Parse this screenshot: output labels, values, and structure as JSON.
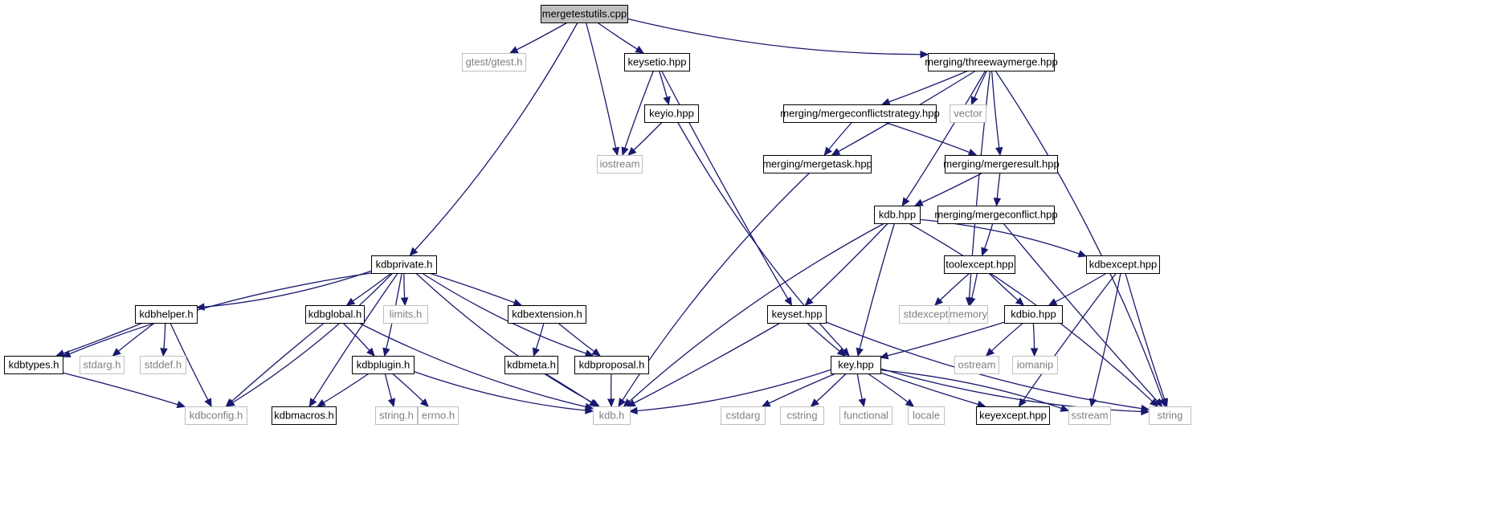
{
  "graph": {
    "root": "mergetestutils",
    "colors": {
      "edge": "#191970",
      "root_fill": "#bfbfbf",
      "doc_border": "#000000",
      "external_border": "#bfbfbf",
      "external_text": "#7f7f7f"
    },
    "nodes": [
      {
        "id": "mergetestutils",
        "label": "mergetestutils.cpp",
        "kind": "root"
      },
      {
        "id": "gtest",
        "label": "gtest/gtest.h",
        "kind": "external"
      },
      {
        "id": "keysetio",
        "label": "keysetio.hpp",
        "kind": "documented"
      },
      {
        "id": "iostream",
        "label": "iostream",
        "kind": "external"
      },
      {
        "id": "keyio",
        "label": "keyio.hpp",
        "kind": "documented"
      },
      {
        "id": "threewaymerge",
        "label": "merging/threewaymerge.hpp",
        "kind": "documented"
      },
      {
        "id": "mcs",
        "label": "merging/mergeconflictstrategy.hpp",
        "kind": "documented"
      },
      {
        "id": "vector",
        "label": "vector",
        "kind": "external"
      },
      {
        "id": "mergetask",
        "label": "merging/mergetask.hpp",
        "kind": "documented"
      },
      {
        "id": "mergeresult",
        "label": "merging/mergeresult.hpp",
        "kind": "documented"
      },
      {
        "id": "kdbhpp",
        "label": "kdb.hpp",
        "kind": "documented"
      },
      {
        "id": "mergeconflict",
        "label": "merging/mergeconflict.hpp",
        "kind": "documented"
      },
      {
        "id": "kdbprivate",
        "label": "kdbprivate.h",
        "kind": "documented"
      },
      {
        "id": "toolexcept",
        "label": "toolexcept.hpp",
        "kind": "documented"
      },
      {
        "id": "kdbexcept",
        "label": "kdbexcept.hpp",
        "kind": "documented"
      },
      {
        "id": "kdbhelper",
        "label": "kdbhelper.h",
        "kind": "documented"
      },
      {
        "id": "kdbglobal",
        "label": "kdbglobal.h",
        "kind": "documented"
      },
      {
        "id": "limits",
        "label": "limits.h",
        "kind": "external"
      },
      {
        "id": "kdbextension",
        "label": "kdbextension.h",
        "kind": "documented"
      },
      {
        "id": "keyset",
        "label": "keyset.hpp",
        "kind": "documented"
      },
      {
        "id": "stdexcept",
        "label": "stdexcept",
        "kind": "external"
      },
      {
        "id": "memory",
        "label": "memory",
        "kind": "external"
      },
      {
        "id": "kdbio",
        "label": "kdbio.hpp",
        "kind": "documented"
      },
      {
        "id": "kdbtypes",
        "label": "kdbtypes.h",
        "kind": "documented"
      },
      {
        "id": "stdarg",
        "label": "stdarg.h",
        "kind": "external"
      },
      {
        "id": "stddef",
        "label": "stddef.h",
        "kind": "external"
      },
      {
        "id": "kdbplugin",
        "label": "kdbplugin.h",
        "kind": "documented"
      },
      {
        "id": "kdbmeta",
        "label": "kdbmeta.h",
        "kind": "documented"
      },
      {
        "id": "kdbproposal",
        "label": "kdbproposal.h",
        "kind": "documented"
      },
      {
        "id": "key",
        "label": "key.hpp",
        "kind": "documented"
      },
      {
        "id": "ostream",
        "label": "ostream",
        "kind": "external"
      },
      {
        "id": "iomanip",
        "label": "iomanip",
        "kind": "external"
      },
      {
        "id": "kdbconfig",
        "label": "kdbconfig.h",
        "kind": "external"
      },
      {
        "id": "kdbmacros",
        "label": "kdbmacros.h",
        "kind": "documented"
      },
      {
        "id": "stringh",
        "label": "string.h",
        "kind": "external"
      },
      {
        "id": "errno",
        "label": "errno.h",
        "kind": "external"
      },
      {
        "id": "kdbh",
        "label": "kdb.h",
        "kind": "external"
      },
      {
        "id": "cstdarg",
        "label": "cstdarg",
        "kind": "external"
      },
      {
        "id": "cstring",
        "label": "cstring",
        "kind": "external"
      },
      {
        "id": "functional",
        "label": "functional",
        "kind": "external"
      },
      {
        "id": "locale",
        "label": "locale",
        "kind": "external"
      },
      {
        "id": "keyexcept",
        "label": "keyexcept.hpp",
        "kind": "documented"
      },
      {
        "id": "sstream",
        "label": "sstream",
        "kind": "external"
      },
      {
        "id": "string",
        "label": "string",
        "kind": "external"
      }
    ],
    "edges": [
      {
        "from": "mergetestutils",
        "to": "gtest"
      },
      {
        "from": "mergetestutils",
        "to": "keysetio"
      },
      {
        "from": "mergetestutils",
        "to": "iostream"
      },
      {
        "from": "mergetestutils",
        "to": "threewaymerge"
      },
      {
        "from": "mergetestutils",
        "to": "kdbprivate"
      },
      {
        "from": "keysetio",
        "to": "iostream"
      },
      {
        "from": "keysetio",
        "to": "keyio"
      },
      {
        "from": "keysetio",
        "to": "keyset"
      },
      {
        "from": "keyio",
        "to": "iostream"
      },
      {
        "from": "keyio",
        "to": "key"
      },
      {
        "from": "threewaymerge",
        "to": "mcs"
      },
      {
        "from": "threewaymerge",
        "to": "vector"
      },
      {
        "from": "threewaymerge",
        "to": "mergetask"
      },
      {
        "from": "threewaymerge",
        "to": "mergeresult"
      },
      {
        "from": "threewaymerge",
        "to": "kdbhpp"
      },
      {
        "from": "threewaymerge",
        "to": "memory"
      },
      {
        "from": "threewaymerge",
        "to": "string"
      },
      {
        "from": "mcs",
        "to": "mergetask"
      },
      {
        "from": "mcs",
        "to": "mergeresult"
      },
      {
        "from": "mergetask",
        "to": "kdbh"
      },
      {
        "from": "mergeresult",
        "to": "kdbhpp"
      },
      {
        "from": "mergeresult",
        "to": "mergeconflict"
      },
      {
        "from": "mergeconflict",
        "to": "toolexcept"
      },
      {
        "from": "mergeconflict",
        "to": "string"
      },
      {
        "from": "kdbhpp",
        "to": "keyset"
      },
      {
        "from": "kdbhpp",
        "to": "key"
      },
      {
        "from": "kdbhpp",
        "to": "kdbexcept"
      },
      {
        "from": "kdbhpp",
        "to": "kdbh"
      },
      {
        "from": "kdbhpp",
        "to": "string"
      },
      {
        "from": "toolexcept",
        "to": "stdexcept"
      },
      {
        "from": "toolexcept",
        "to": "memory"
      },
      {
        "from": "toolexcept",
        "to": "kdbio"
      },
      {
        "from": "kdbexcept",
        "to": "kdbio"
      },
      {
        "from": "kdbexcept",
        "to": "keyexcept"
      },
      {
        "from": "kdbexcept",
        "to": "sstream"
      },
      {
        "from": "kdbexcept",
        "to": "string"
      },
      {
        "from": "kdbio",
        "to": "key"
      },
      {
        "from": "kdbio",
        "to": "ostream"
      },
      {
        "from": "kdbio",
        "to": "iomanip"
      },
      {
        "from": "keyset",
        "to": "key"
      },
      {
        "from": "keyset",
        "to": "kdbh"
      },
      {
        "from": "keyset",
        "to": "string"
      },
      {
        "from": "key",
        "to": "kdbh"
      },
      {
        "from": "key",
        "to": "cstdarg"
      },
      {
        "from": "key",
        "to": "cstring"
      },
      {
        "from": "key",
        "to": "functional"
      },
      {
        "from": "key",
        "to": "locale"
      },
      {
        "from": "key",
        "to": "keyexcept"
      },
      {
        "from": "key",
        "to": "sstream"
      },
      {
        "from": "key",
        "to": "string"
      },
      {
        "from": "kdbprivate",
        "to": "kdbhelper"
      },
      {
        "from": "kdbprivate",
        "to": "kdbtypes"
      },
      {
        "from": "kdbprivate",
        "to": "kdbconfig"
      },
      {
        "from": "kdbprivate",
        "to": "kdbmacros"
      },
      {
        "from": "kdbprivate",
        "to": "kdbglobal"
      },
      {
        "from": "kdbprivate",
        "to": "limits"
      },
      {
        "from": "kdbprivate",
        "to": "kdbplugin"
      },
      {
        "from": "kdbprivate",
        "to": "kdbh"
      },
      {
        "from": "kdbprivate",
        "to": "kdbextension"
      },
      {
        "from": "kdbprivate",
        "to": "kdbproposal"
      },
      {
        "from": "kdbhelper",
        "to": "kdbtypes"
      },
      {
        "from": "kdbhelper",
        "to": "stdarg"
      },
      {
        "from": "kdbhelper",
        "to": "stddef"
      },
      {
        "from": "kdbhelper",
        "to": "kdbconfig"
      },
      {
        "from": "kdbtypes",
        "to": "kdbconfig"
      },
      {
        "from": "kdbglobal",
        "to": "kdbconfig"
      },
      {
        "from": "kdbglobal",
        "to": "kdbplugin"
      },
      {
        "from": "kdbglobal",
        "to": "kdbh"
      },
      {
        "from": "kdbplugin",
        "to": "kdbmacros"
      },
      {
        "from": "kdbplugin",
        "to": "stringh"
      },
      {
        "from": "kdbplugin",
        "to": "errno"
      },
      {
        "from": "kdbplugin",
        "to": "kdbh"
      },
      {
        "from": "kdbextension",
        "to": "kdbmeta"
      },
      {
        "from": "kdbextension",
        "to": "kdbproposal"
      },
      {
        "from": "kdbmeta",
        "to": "kdbh"
      },
      {
        "from": "kdbproposal",
        "to": "kdbh"
      }
    ]
  }
}
